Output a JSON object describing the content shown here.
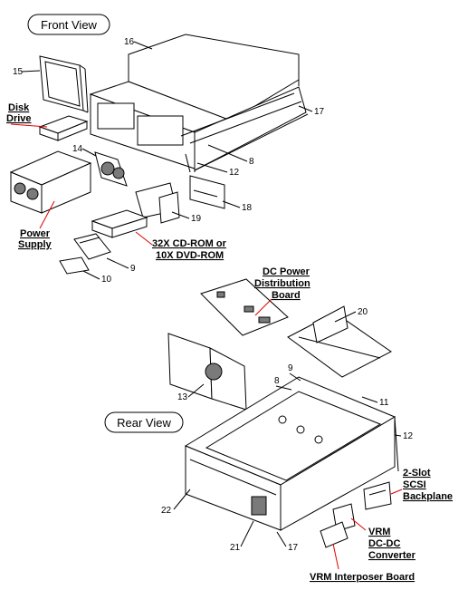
{
  "views": {
    "front": "Front View",
    "rear": "Rear View"
  },
  "labels": {
    "disk_drive_1": "Disk",
    "disk_drive_2": "Drive",
    "power_supply_1": "Power",
    "power_supply_2": "Supply",
    "cdrom_1": "32X CD-ROM or",
    "cdrom_2": "10X DVD-ROM",
    "dc_power_1": "DC Power",
    "dc_power_2": "Distribution",
    "dc_power_3": "Board",
    "scsi_1": "2-Slot",
    "scsi_2": "SCSI",
    "scsi_3": "Backplane",
    "vrm_1": "VRM",
    "vrm_2": "DC-DC",
    "vrm_3": "Converter",
    "vrm_interposer": "VRM Interposer Board"
  },
  "callouts": {
    "n16": "16",
    "n15": "15",
    "n17a": "17",
    "n14": "14",
    "n8a": "8",
    "n12a": "12",
    "n18": "18",
    "n19": "19",
    "n9a": "9",
    "n10": "10",
    "n20": "20",
    "n9b": "9",
    "n8b": "8",
    "n11": "11",
    "n13": "13",
    "n12b": "12",
    "n22": "22",
    "n21": "21",
    "n17b": "17"
  },
  "colors": {
    "leader": "#e00000",
    "ink": "#000000"
  }
}
